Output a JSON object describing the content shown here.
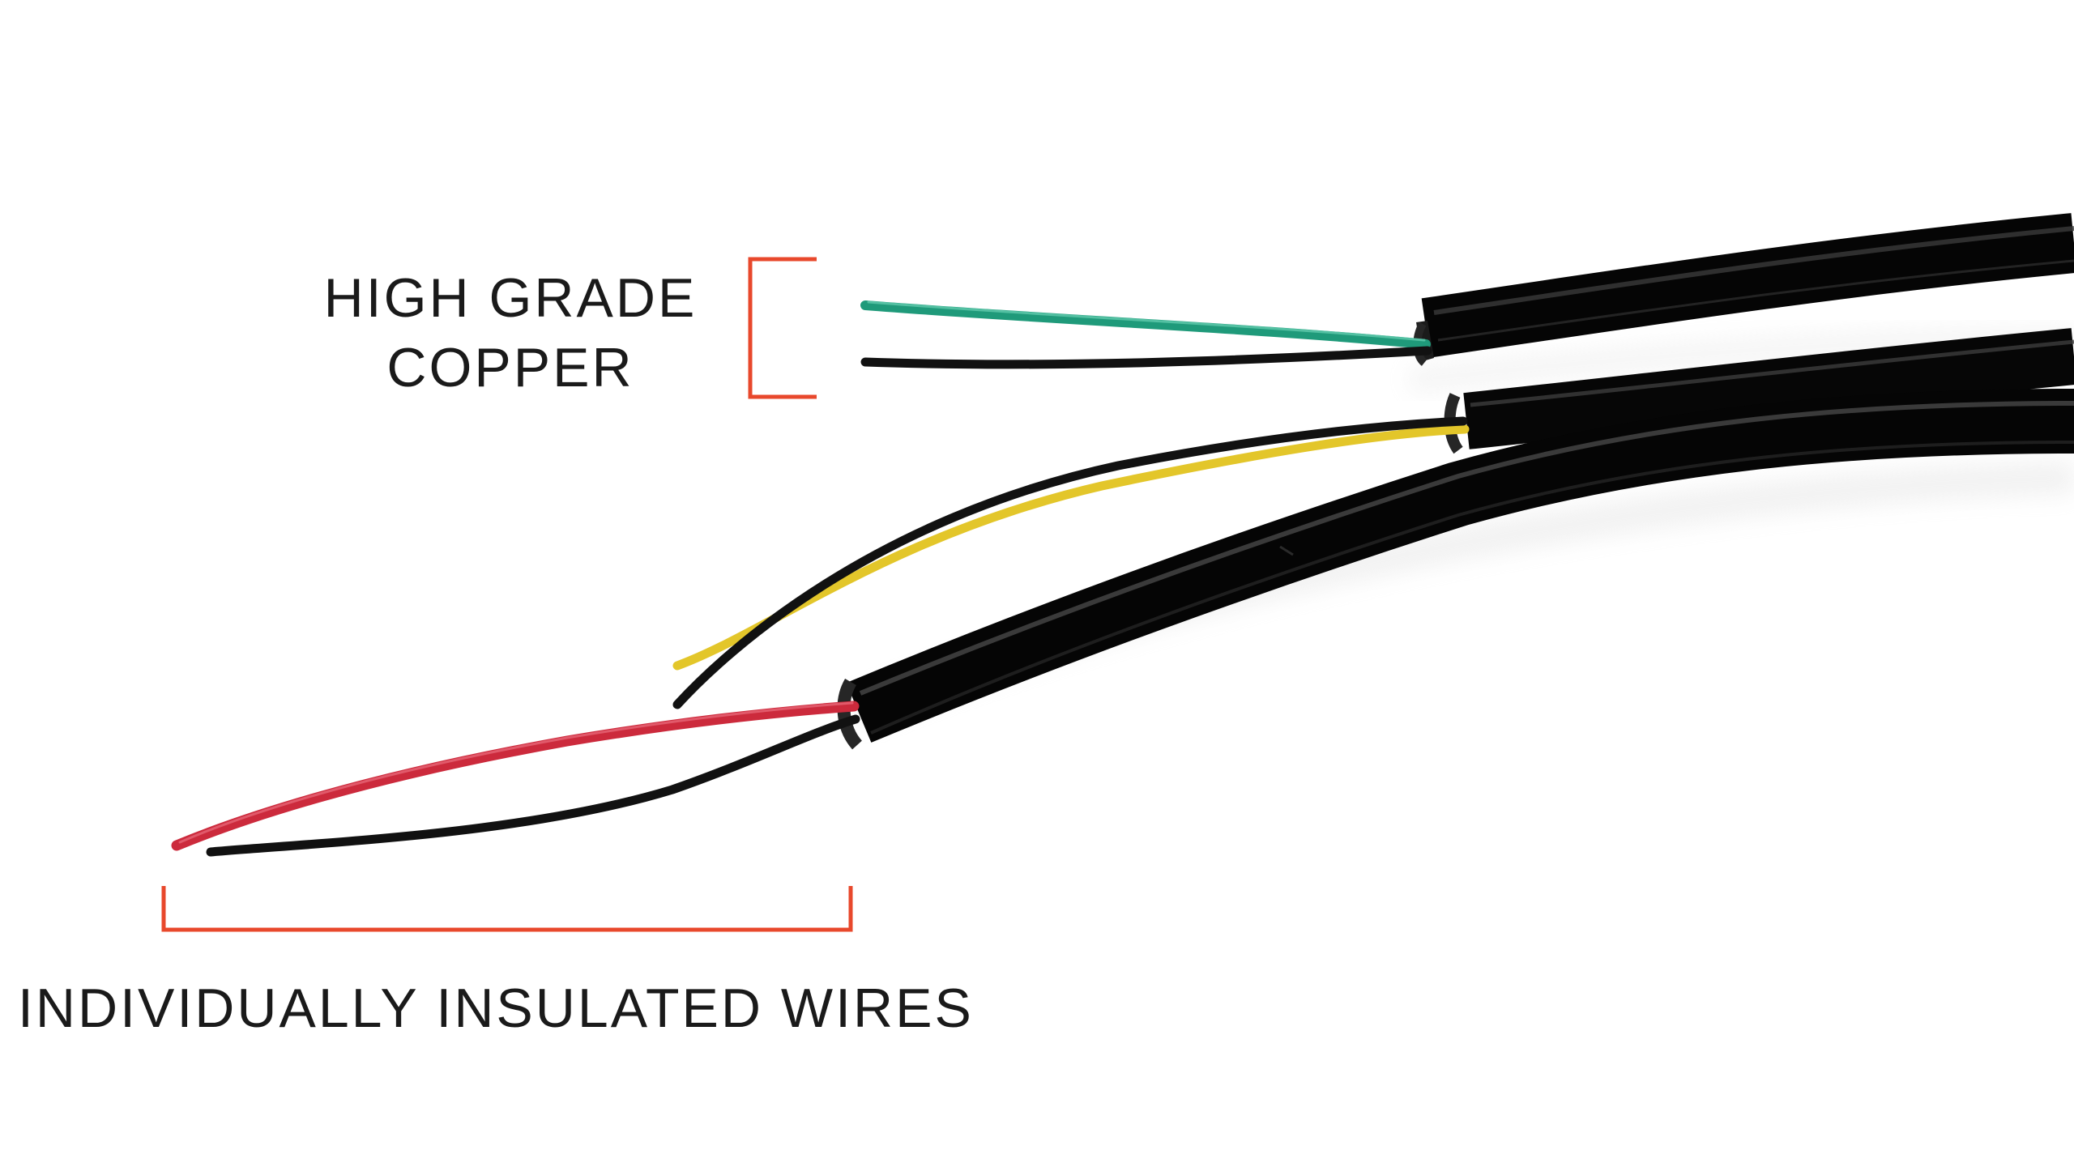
{
  "annotations": {
    "copper_label_line1": "HIGH GRADE",
    "copper_label_line2": "COPPER",
    "wires_label": "INDIVIDUALLY INSULATED WIRES"
  },
  "colors": {
    "background": "#ffffff",
    "bracket": "#e8482c",
    "text": "#1a1a1a",
    "cable_jacket": "#0b0b0b",
    "wire_green": "#1f9a7a",
    "wire_yellow": "#e3c62a",
    "wire_red": "#cc2a3c",
    "wire_black": "#111111"
  }
}
